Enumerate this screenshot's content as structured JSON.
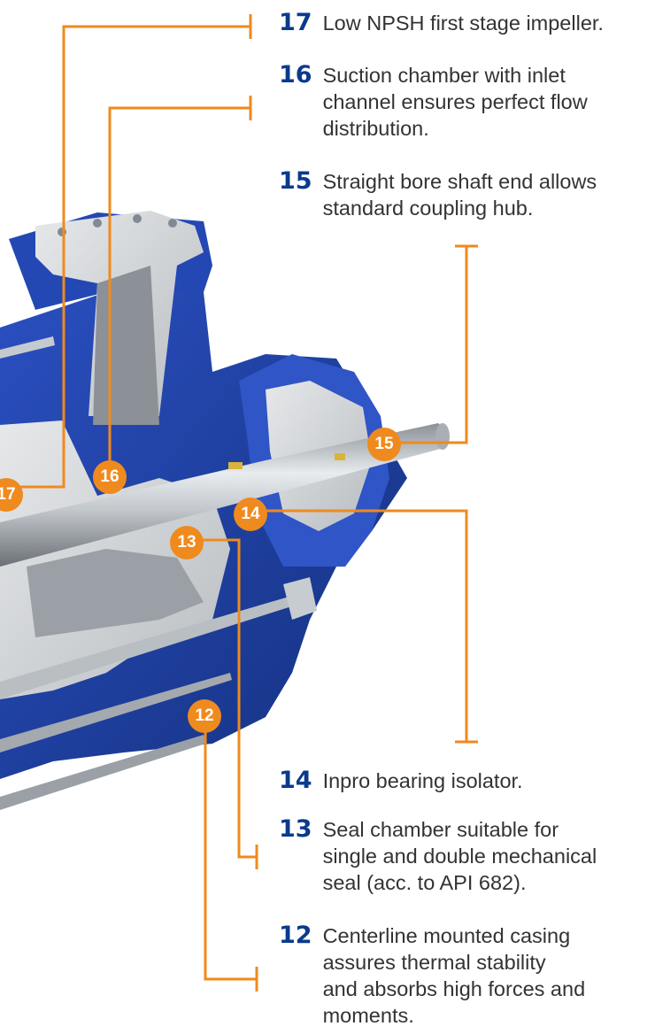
{
  "colors": {
    "accent": "#ef8a1e",
    "number": "#0a3a8c",
    "casing_blue": "#1e3fa8",
    "text": "#333333"
  },
  "callouts": [
    {
      "number": "17",
      "lines": [
        "Low NPSH first stage impeller."
      ]
    },
    {
      "number": "16",
      "lines": [
        "Suction chamber with inlet",
        "channel ensures perfect flow",
        "distribution."
      ]
    },
    {
      "number": "15",
      "lines": [
        "Straight bore shaft end allows",
        "standard coupling hub."
      ]
    },
    {
      "number": "14",
      "lines": [
        "Inpro bearing isolator."
      ]
    },
    {
      "number": "13",
      "lines": [
        "Seal chamber suitable for",
        "single and double mechanical",
        "seal (acc. to API 682)."
      ]
    },
    {
      "number": "12",
      "lines": [
        "Centerline mounted casing",
        "assures thermal stability",
        "and absorbs high forces and",
        "moments."
      ]
    }
  ],
  "badges": [
    "17",
    "16",
    "15",
    "14",
    "13",
    "12"
  ]
}
